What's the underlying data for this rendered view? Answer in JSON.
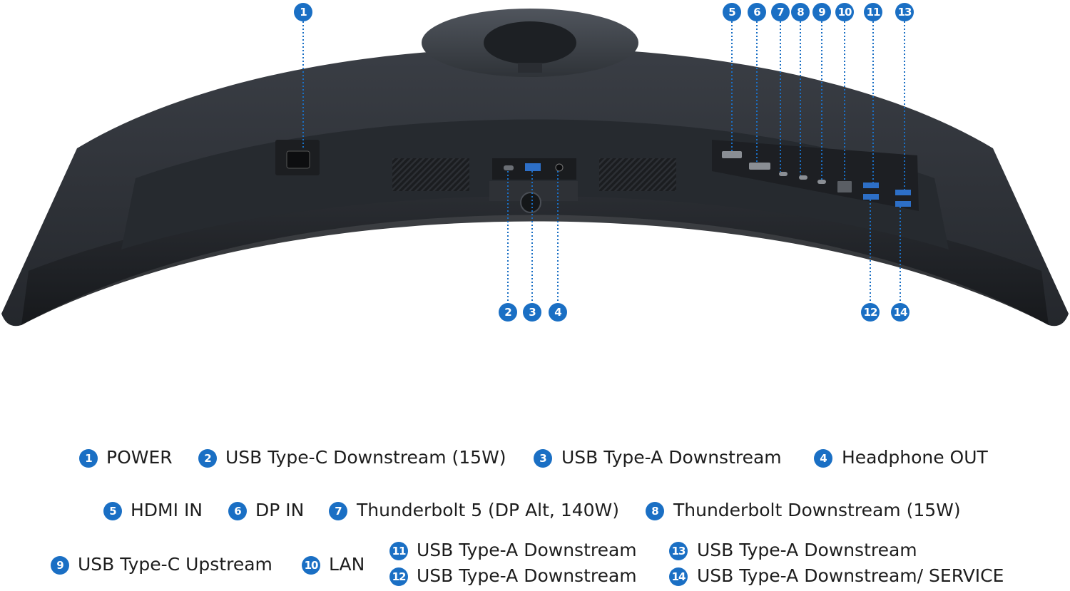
{
  "accent_color": "#1a6fc4",
  "callouts_top": [
    "1",
    "5",
    "6",
    "7",
    "8",
    "9",
    "10",
    "11",
    "13"
  ],
  "callouts_bottom": [
    "2",
    "3",
    "4",
    "12",
    "14"
  ],
  "legend": [
    {
      "num": "1",
      "label": "POWER"
    },
    {
      "num": "2",
      "label": "USB Type-C Downstream (15W)"
    },
    {
      "num": "3",
      "label": "USB Type-A Downstream"
    },
    {
      "num": "4",
      "label": "Headphone OUT"
    },
    {
      "num": "5",
      "label": "HDMI IN"
    },
    {
      "num": "6",
      "label": "DP IN"
    },
    {
      "num": "7",
      "label": "Thunderbolt 5 (DP Alt, 140W)"
    },
    {
      "num": "8",
      "label": "Thunderbolt Downstream (15W)"
    },
    {
      "num": "9",
      "label": "USB Type-C Upstream"
    },
    {
      "num": "10",
      "label": "LAN"
    },
    {
      "num": "11",
      "label": "USB Type-A Downstream"
    },
    {
      "num": "12",
      "label": "USB Type-A Downstream"
    },
    {
      "num": "13",
      "label": "USB Type-A Downstream"
    },
    {
      "num": "14",
      "label": "USB Type-A Downstream/ SERVICE"
    }
  ]
}
